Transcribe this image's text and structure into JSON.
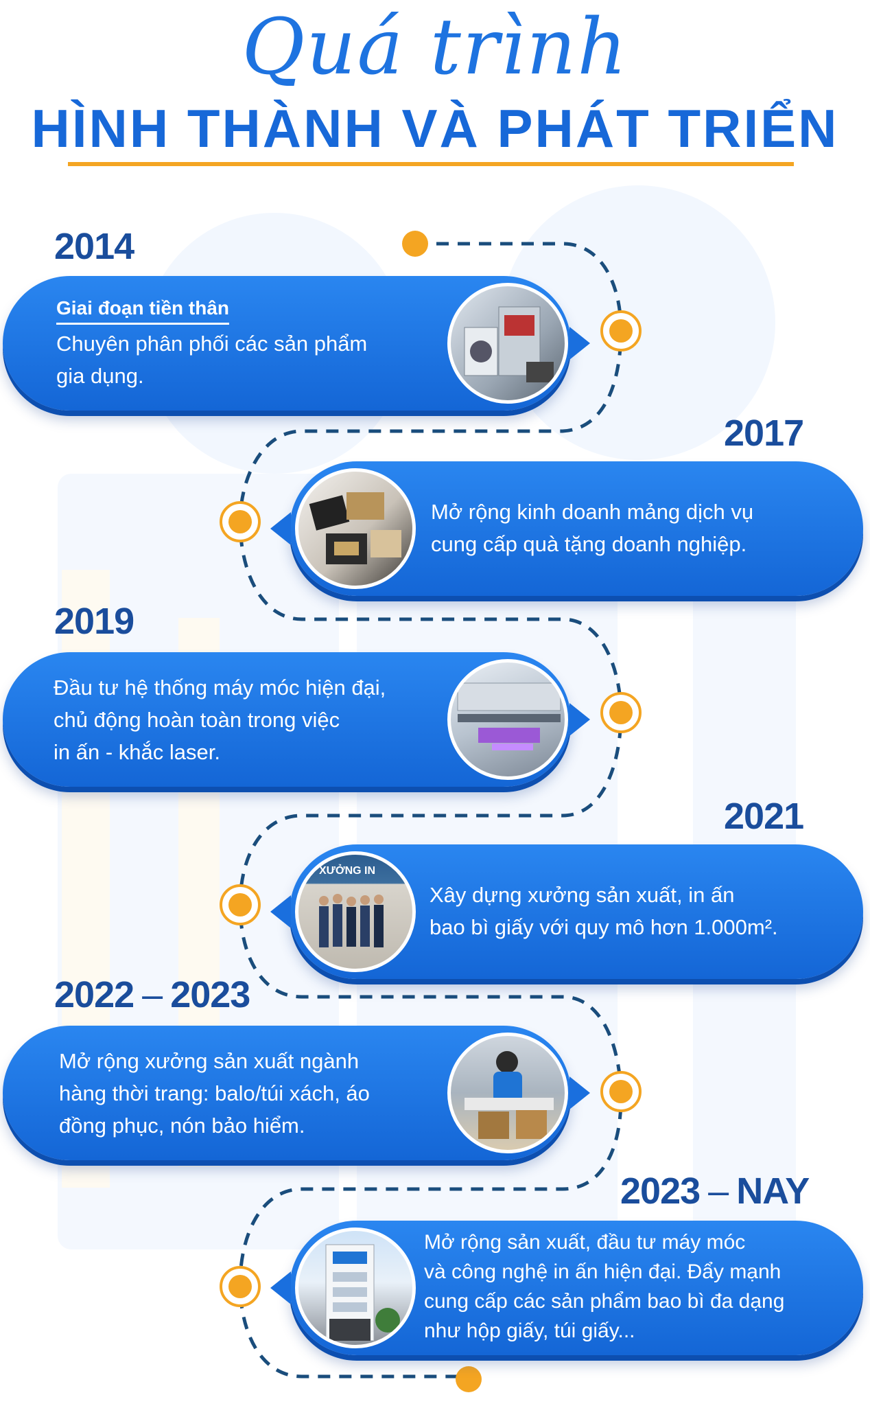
{
  "header": {
    "script_title": "Quá trình",
    "main_title": "HÌNH THÀNH VÀ PHÁT TRIỂN"
  },
  "colors": {
    "primary_blue": "#1768d8",
    "year_navy": "#1a4d9c",
    "accent_orange": "#f4a522",
    "card_text": "#ffffff"
  },
  "timeline": [
    {
      "year": "2014",
      "subtitle": "Giai đoạn tiền thân",
      "lines": [
        "Chuyên phân phối các sản phẩm",
        "gia dụng."
      ],
      "image_icon": "home-appliances-photo"
    },
    {
      "year": "2017",
      "lines": [
        "Mở rộng kinh doanh mảng dịch vụ",
        "cung cấp quà tặng doanh nghiệp."
      ],
      "image_icon": "corporate-gift-boxes-photo"
    },
    {
      "year": "2019",
      "lines": [
        "Đầu tư hệ thống máy móc hiện đại,",
        "chủ động hoàn toàn trong việc",
        "in ấn - khắc laser."
      ],
      "image_icon": "uv-printer-machine-photo"
    },
    {
      "year": "2021",
      "lines": [
        "Xây dựng xưởng sản xuất, in ấn",
        "bao bì giấy với quy mô hơn 1.000m²."
      ],
      "image_icon": "workshop-team-photo",
      "sign_text": "XƯỞNG IN"
    },
    {
      "year_start": "2022",
      "year_end": "2023",
      "year_sep": "–",
      "lines": [
        "Mở rộng xưởng sản xuất ngành",
        "hàng thời trang: balo/túi xách, áo",
        "đồng phục, nón bảo hiểm."
      ],
      "image_icon": "sewing-worker-photo"
    },
    {
      "year_start": "2023",
      "year_end": "NAY",
      "year_sep": "–",
      "lines": [
        "Mở rộng sản xuất, đầu tư máy móc",
        "và công nghệ in ấn hiện đại. Đẩy mạnh",
        "cung cấp các sản phẩm bao bì đa dạng",
        "như hộp giấy, túi giấy..."
      ],
      "image_icon": "company-building-photo"
    }
  ]
}
